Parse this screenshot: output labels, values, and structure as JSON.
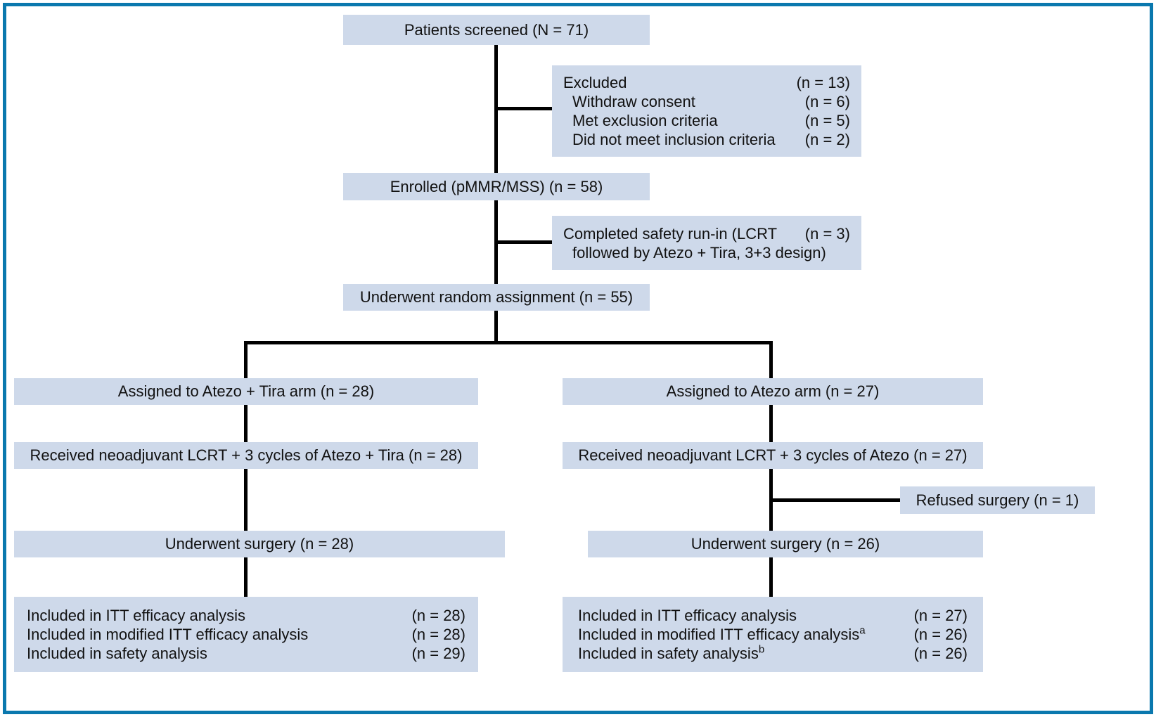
{
  "diagram": {
    "colors": {
      "box_fill": "#ced9ea",
      "line_color": "#000000",
      "border_color": "#0a78ae",
      "text_color": "#111111"
    },
    "boxes": {
      "screened": {
        "label": "Patients screened (N = 71)"
      },
      "excluded": {
        "rows": [
          {
            "label": "Excluded",
            "n": "(n = 13)"
          },
          {
            "label": "Withdraw consent",
            "n": "(n = 6)"
          },
          {
            "label": "Met exclusion criteria",
            "n": "(n = 5)"
          },
          {
            "label": "Did not meet inclusion criteria",
            "n": "(n = 2)"
          }
        ]
      },
      "enrolled": {
        "label": "Enrolled (pMMR/MSS) (n = 58)"
      },
      "safety_runin": {
        "line1": "Completed safety run-in (LCRT",
        "line1_n": "(n = 3)",
        "line2": "followed by Atezo + Tira, 3+3 design)"
      },
      "random_assignment": {
        "label": "Underwent random assignment (n = 55)"
      },
      "assigned_left": {
        "label": "Assigned to Atezo + Tira arm (n = 28)"
      },
      "assigned_right": {
        "label": "Assigned to Atezo arm (n = 27)"
      },
      "received_left": {
        "label": "Received neoadjuvant LCRT + 3 cycles of Atezo + Tira (n = 28)"
      },
      "received_right": {
        "label": "Received neoadjuvant LCRT + 3 cycles of Atezo (n = 27)"
      },
      "refused_surgery": {
        "label": "Refused surgery (n = 1)"
      },
      "surgery_left": {
        "label": "Underwent surgery (n = 28)"
      },
      "surgery_right": {
        "label": "Underwent surgery (n = 26)"
      },
      "outcomes_left": {
        "rows": [
          {
            "label": "Included in ITT efficacy analysis",
            "sup": "",
            "n": "(n = 28)"
          },
          {
            "label": "Included in modified ITT efficacy analysis",
            "sup": "",
            "n": "(n = 28)"
          },
          {
            "label": "Included in safety analysis",
            "sup": "",
            "n": "(n = 29)"
          }
        ]
      },
      "outcomes_right": {
        "rows": [
          {
            "label": "Included in ITT efficacy analysis",
            "sup": "",
            "n": "(n = 27)"
          },
          {
            "label": "Included in modified ITT efficacy analysis",
            "sup": "a",
            "n": "(n = 26)"
          },
          {
            "label": "Included in safety analysis",
            "sup": "b",
            "n": "(n = 26)"
          }
        ]
      }
    }
  }
}
